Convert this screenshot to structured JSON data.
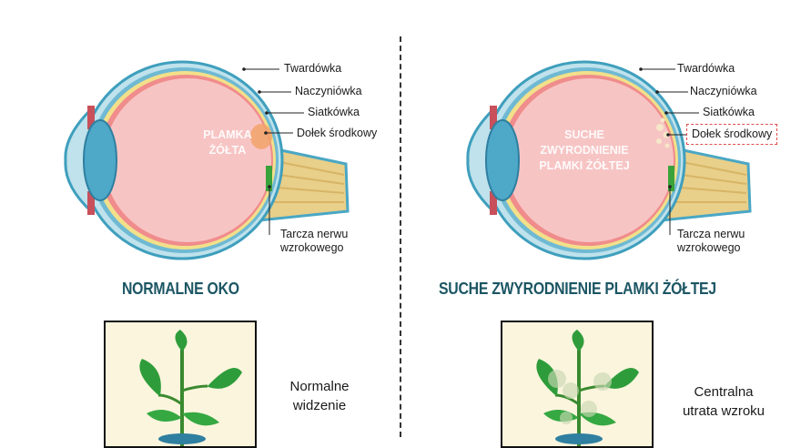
{
  "left": {
    "heading": "NORMALNE OKO",
    "inner_label": [
      "PLAMKA",
      "ŻÓŁTA"
    ],
    "labels": {
      "sclera": "Twardówka",
      "choroid": "Naczyniówka",
      "retina": "Siatkówka",
      "fovea": "Dołek środkowy",
      "optic_disc_line1": "Tarcza nerwu",
      "optic_disc_line2": "wzrokowego"
    },
    "caption_line1": "Normalne",
    "caption_line2": "widzenie"
  },
  "right": {
    "heading": "SUCHE ZWYRODNIENIE PLAMKI ŻÓŁTEJ",
    "inner_label": [
      "SUCHE",
      "ZWYRODNIENIE",
      "PLAMKI ŻÓŁTEJ"
    ],
    "labels": {
      "sclera": "Twardówka",
      "choroid": "Naczyniówka",
      "retina": "Siatkówka",
      "fovea": "Dołek środkowy",
      "optic_disc_line1": "Tarcza nerwu",
      "optic_disc_line2": "wzrokowego"
    },
    "caption_line1": "Centralna",
    "caption_line2": "utrata wzroku"
  },
  "colors": {
    "heading": "#1c5664",
    "eye_outer": "#3f9fbd",
    "eye_inner": "#f4a3a3",
    "vitreous": "#f7c4c4",
    "nerve": "#e8cf8a",
    "leaf": "#2e9c3a",
    "frame_bg": "#fbf5dd"
  }
}
